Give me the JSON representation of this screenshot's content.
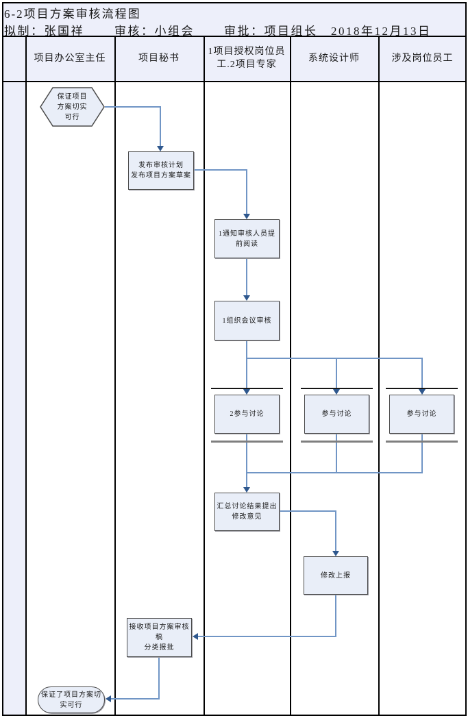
{
  "page": {
    "title": "6-2项目方案审核流程图"
  },
  "meta": {
    "prepared": "拟制：张国祥",
    "reviewed": "审核：小组会",
    "approved": "审批：项目组长",
    "date": "2018年12月13日"
  },
  "lanes": [
    {
      "label": "项目办公室主任"
    },
    {
      "label": "项目秘书"
    },
    {
      "label": "1项目授权岗位员工.2项目专家"
    },
    {
      "label": "系统设计师"
    },
    {
      "label": "涉及岗位员工"
    }
  ],
  "nodes": {
    "start": "保证项目\n方案切实\n可行",
    "publish": "发布审核计划\n发布项目方案草案",
    "notify": "1通知审核人员提\n前阅读",
    "organize": "1组织会议审核",
    "discuss_expert": "2参与讨论",
    "discuss_designer": "参与讨论",
    "discuss_staff": "参与讨论",
    "summarize": "汇总讨论结果提出\n修改意见",
    "revise": "修改上报",
    "receive": "接收项目方案审核\n稿\n分类报批",
    "end": "保证了项目方案切\n实可行"
  },
  "colors": {
    "header_bg": "#edeffa",
    "shape_fill": "#e9eef8",
    "shape_border": "#4a4a4a",
    "connector": "#7095c5",
    "arrowhead": "#2e578d",
    "fork_bar": "#161616",
    "join_bar": "#7f7f7f",
    "grid": "#000000"
  }
}
